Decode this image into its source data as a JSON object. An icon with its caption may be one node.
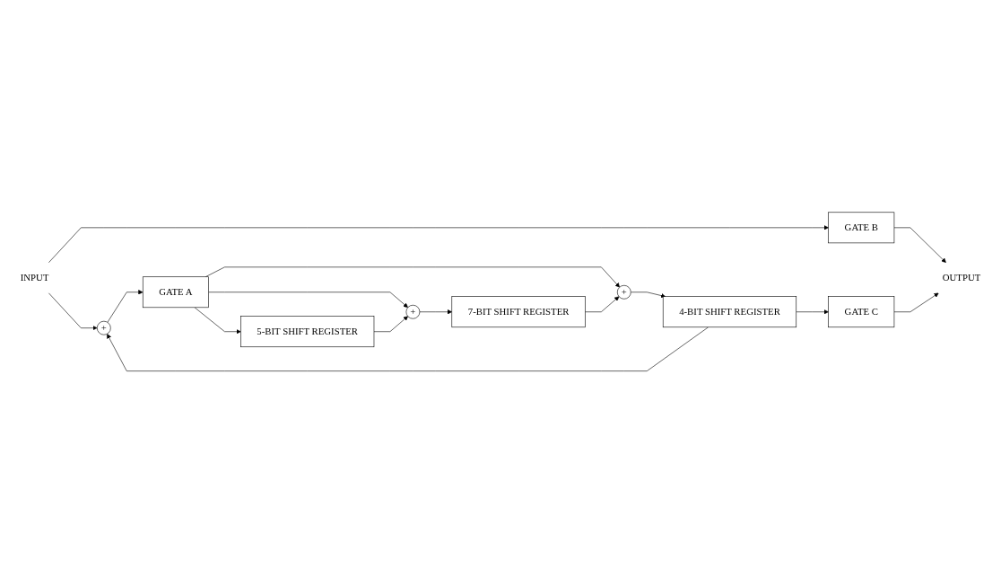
{
  "diagram": {
    "nodes": [
      {
        "text": [
          "GATE A"
        ]
      },
      {
        "text": [
          "5-BIT SHIFT REGISTER"
        ]
      },
      {
        "text": [
          "+"
        ]
      },
      {
        "text": [
          "7-BIT SHIFT REGISTER"
        ]
      },
      {
        "text": [
          "+"
        ]
      },
      {
        "text": [
          "4-BIT SHIFT REGISTER"
        ]
      },
      {
        "text": [
          "+"
        ]
      },
      {
        "text": [
          "GATE C"
        ]
      },
      {
        "text": [
          "INPUT"
        ]
      },
      {
        "text": [
          "GATE B"
        ]
      },
      {
        "text": [
          "OUTPUT"
        ]
      }
    ],
    "edges": [
      {
        "from": 0,
        "to": 1,
        "arrow": "to"
      },
      {
        "from": 0,
        "to": 2,
        "arrow": "to"
      },
      {
        "from": 0,
        "to": 4,
        "arrow": "to"
      },
      {
        "from": 1,
        "to": 2,
        "arrow": "to"
      },
      {
        "from": 2,
        "to": 3,
        "arrow": "to"
      },
      {
        "from": 3,
        "to": 4,
        "arrow": "to"
      },
      {
        "from": 4,
        "to": 5,
        "arrow": "to"
      },
      {
        "from": 5,
        "to": 6,
        "arrow": "to"
      },
      {
        "from": 5,
        "to": 7,
        "arrow": "to"
      },
      {
        "from": 6,
        "to": 0,
        "arrow": "to"
      },
      {
        "from": 8,
        "to": 9,
        "arrow": "to"
      },
      {
        "from": 8,
        "to": 6,
        "arrow": "to"
      },
      {
        "from": 9,
        "to": 10,
        "arrow": "to"
      },
      {
        "from": 7,
        "to": 10,
        "arrow": "to"
      }
    ]
  }
}
